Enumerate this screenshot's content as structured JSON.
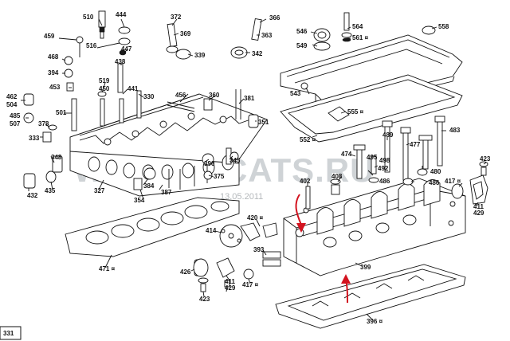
{
  "watermark": "WWW.ELCATS.RU",
  "date_stamp": "13.05.2011",
  "page_number": "331",
  "accent_color": "#d3131f",
  "labels": {
    "p510": "510",
    "p444": "444",
    "p459": "459",
    "p516": "516",
    "p447": "447",
    "p468": "468",
    "p438": "438",
    "p394": "394",
    "p453": "453",
    "p519": "519",
    "p450": "450",
    "p441": "441",
    "p330": "330",
    "p462": "462",
    "p504": "504",
    "p485": "485",
    "p507": "507",
    "p501": "501",
    "p378": "378",
    "p333": "333",
    "p348": "348",
    "p432": "432",
    "p435": "435",
    "p327": "327",
    "p384": "384",
    "p387": "387",
    "p354": "354",
    "p372": "372",
    "p369": "369",
    "p339": "339",
    "p366": "366",
    "p363": "363",
    "p342": "342",
    "p456": "456",
    "p360": "360",
    "p381": "381",
    "p351": "351",
    "p390": "390",
    "p375": "375",
    "p345": "345",
    "p471": "471 ¤",
    "p546": "546",
    "p549": "549",
    "p564": "564",
    "p561": "561 ¤",
    "p558": "558",
    "p543": "543",
    "p555": "555 ¤",
    "p552": "552 ¤",
    "p489": "489",
    "p477": "477",
    "p483": "483",
    "p474": "474",
    "p495": "495",
    "p498": "498",
    "p492": "492",
    "p408": "408",
    "p486": "486",
    "p480": "480",
    "p411": "411",
    "p417a": "417 ¤",
    "p423a": "423",
    "p402": "402",
    "p420": "420 ¤",
    "p414": "414",
    "p393": "393",
    "p399": "399",
    "p426": "426",
    "p411b": "411",
    "p429a": "429",
    "p417b": "417 ¤",
    "p423b": "423",
    "p429b": "429",
    "p396": "396 ¤"
  }
}
